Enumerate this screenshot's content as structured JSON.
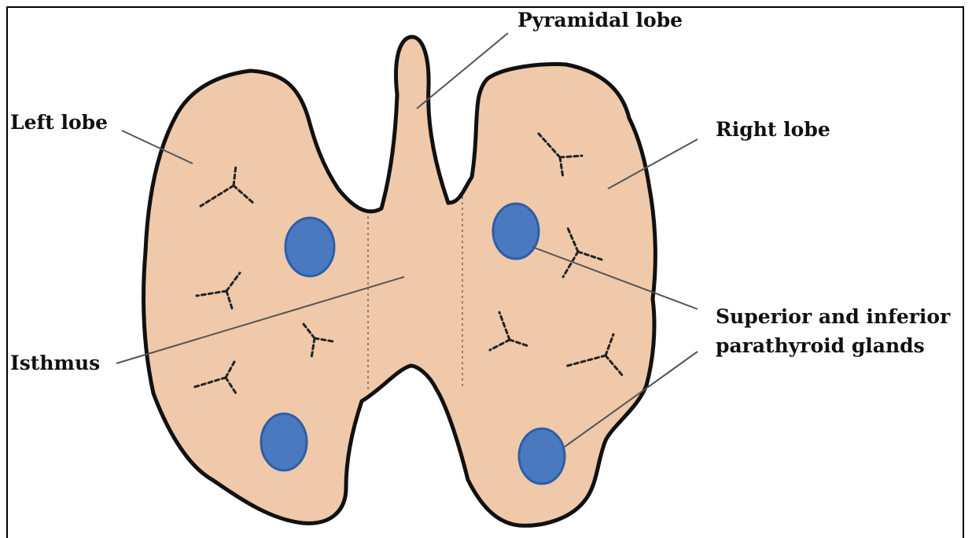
{
  "diagram": {
    "labels": {
      "pyramidal": "Pyramidal lobe",
      "left": "Left lobe",
      "right": "Right lobe",
      "isthmus": "Isthmus",
      "parathyroid_line1": "Superior and inferior",
      "parathyroid_line2": "parathyroid glands"
    },
    "colors": {
      "tissue": "#efc9aa",
      "outline": "#111111",
      "gland": "#4a79c0",
      "gland_outline": "#2d5ea8",
      "leader": "#555555"
    }
  }
}
